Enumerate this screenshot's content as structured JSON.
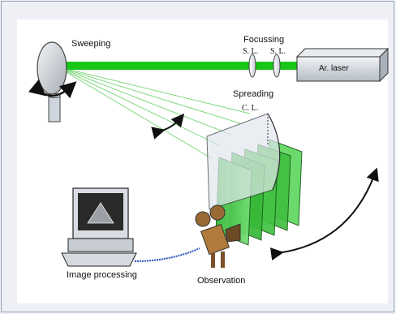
{
  "labels": {
    "sweeping": "Sweeping",
    "focussing": "Focussing",
    "sl1": "S. L.",
    "sl2": "S. L.",
    "laser": "Ar. laser",
    "spreading": "Spreading",
    "cl": "C. L.",
    "image_processing": "Image processing",
    "observation": "Observation"
  },
  "colors": {
    "laser_beam": "#17c617",
    "light_sheet": "#55d455",
    "sheet_outline": "#1a5a1a",
    "panel_bg": "#ffffff",
    "frame_border": "#9aa3b8",
    "data_cable": "#2a4fbf"
  },
  "icons": [
    "rotating-mirror-icon",
    "spherical-lens-icon",
    "cylindrical-lens-icon",
    "argon-laser-icon",
    "computer-icon",
    "video-camera-icon",
    "rotation-arrow-icon"
  ]
}
